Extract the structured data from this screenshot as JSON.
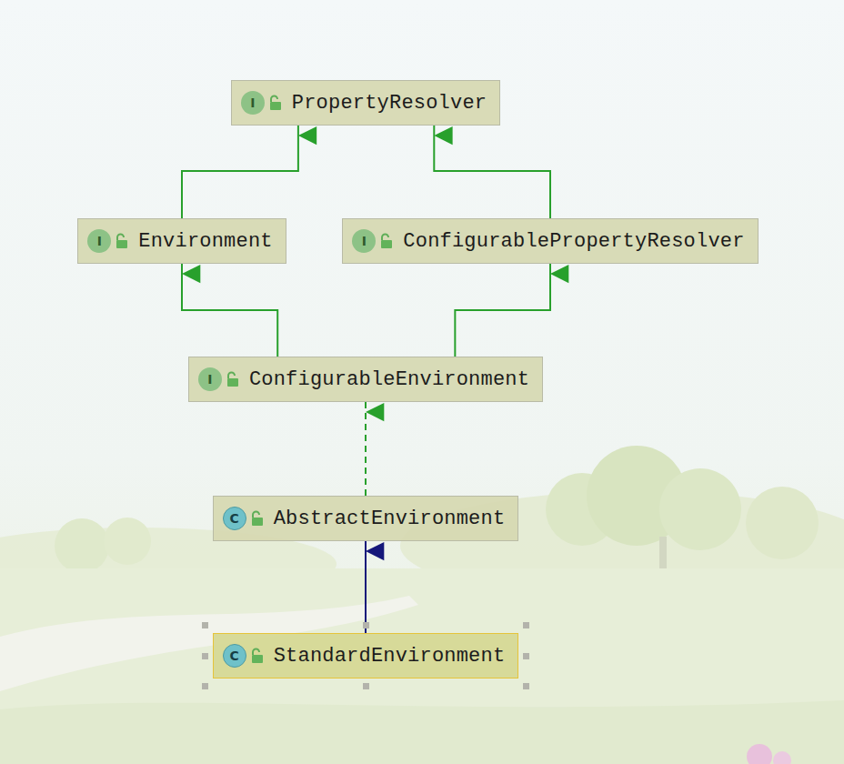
{
  "diagram": {
    "nodes": [
      {
        "text": [
          "I",
          "PropertyResolver"
        ]
      },
      {
        "text": [
          "I",
          "Environment"
        ]
      },
      {
        "text": [
          "I",
          "ConfigurablePropertyResolver"
        ]
      },
      {
        "text": [
          "I",
          "ConfigurableEnvironment"
        ]
      },
      {
        "text": [
          "C",
          "AbstractEnvironment"
        ]
      },
      {
        "text": [
          "C",
          "StandardEnvironment"
        ]
      }
    ],
    "edges": [
      {
        "from": 1,
        "to": 0,
        "arrow": "to"
      },
      {
        "from": 2,
        "to": 0,
        "arrow": "to"
      },
      {
        "from": 3,
        "to": 1,
        "arrow": "to"
      },
      {
        "from": 3,
        "to": 2,
        "arrow": "to"
      },
      {
        "from": 4,
        "to": 3,
        "arrow": "to"
      },
      {
        "from": 5,
        "to": 4,
        "arrow": "to"
      }
    ]
  }
}
